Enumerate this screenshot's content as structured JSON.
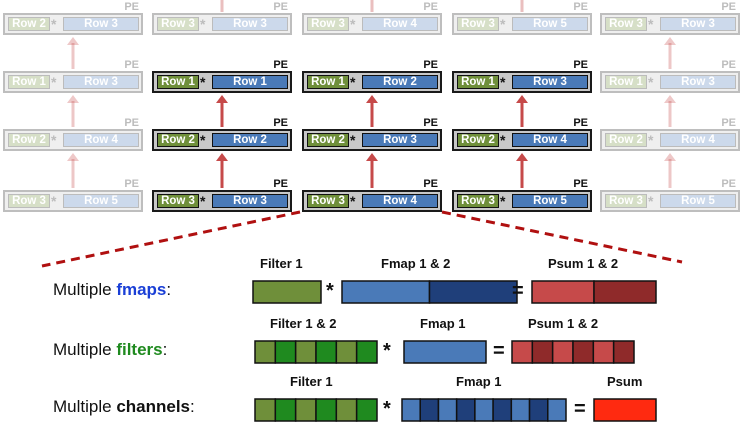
{
  "pe_label": "PE",
  "pe_grid": [
    [
      {
        "filter": "Row 2",
        "fmap": "Row 3",
        "faded": true
      },
      {
        "filter": "Row 3",
        "fmap": "Row 3",
        "faded": true
      },
      {
        "filter": "Row 3",
        "fmap": "Row 4",
        "faded": true
      },
      {
        "filter": "Row 3",
        "fmap": "Row 5",
        "faded": true
      },
      {
        "filter": "Row 3",
        "fmap": "Row 3",
        "faded": true
      }
    ],
    [
      {
        "filter": "Row 1",
        "fmap": "Row 3",
        "faded": true
      },
      {
        "filter": "Row 1",
        "fmap": "Row 1",
        "faded": false
      },
      {
        "filter": "Row 1",
        "fmap": "Row 2",
        "faded": false
      },
      {
        "filter": "Row 1",
        "fmap": "Row 3",
        "faded": false
      },
      {
        "filter": "Row 1",
        "fmap": "Row 3",
        "faded": true
      }
    ],
    [
      {
        "filter": "Row 2",
        "fmap": "Row 4",
        "faded": true
      },
      {
        "filter": "Row 2",
        "fmap": "Row 2",
        "faded": false
      },
      {
        "filter": "Row 2",
        "fmap": "Row 3",
        "faded": false
      },
      {
        "filter": "Row 2",
        "fmap": "Row 4",
        "faded": false
      },
      {
        "filter": "Row 2",
        "fmap": "Row 4",
        "faded": true
      }
    ],
    [
      {
        "filter": "Row 3",
        "fmap": "Row 5",
        "faded": true
      },
      {
        "filter": "Row 3",
        "fmap": "Row 3",
        "faded": false
      },
      {
        "filter": "Row 3",
        "fmap": "Row 4",
        "faded": false
      },
      {
        "filter": "Row 3",
        "fmap": "Row 5",
        "faded": false
      },
      {
        "filter": "Row 3",
        "fmap": "Row 5",
        "faded": true
      }
    ]
  ],
  "rows": [
    {
      "prefix": "Multiple ",
      "keyword": "fmaps",
      "suffix": ":",
      "filter_caption": "Filter 1",
      "fmap_caption": "Fmap  1 & 2",
      "psum_caption": "Psum 1 & 2"
    },
    {
      "prefix": "Multiple ",
      "keyword": "filters",
      "suffix": ":",
      "filter_caption": "Filter 1 & 2",
      "fmap_caption": "Fmap  1",
      "psum_caption": "Psum 1 & 2"
    },
    {
      "prefix": "Multiple ",
      "keyword": "channels",
      "suffix": ":",
      "filter_caption": "Filter 1",
      "fmap_caption": "Fmap  1",
      "psum_caption": "Psum"
    }
  ],
  "operators": {
    "multiply": "*",
    "equals": "="
  },
  "colors": {
    "filter_light": "#6f8f3a",
    "filter_dark": "#1f8a1f",
    "fmap_light": "#4a7ab8",
    "fmap_dark": "#1f3f7a",
    "psum_light": "#c64a4a",
    "psum_dark": "#8f2a2a",
    "psum_single": "#ff2a10",
    "arrow": "#c64a4a",
    "dash": "#b01010"
  }
}
